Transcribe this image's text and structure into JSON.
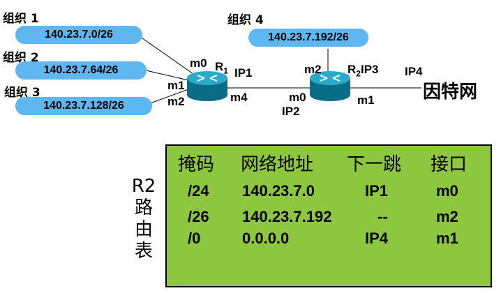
{
  "orgs": [
    {
      "label": "组织 1",
      "subnet": "140.23.7.0/26"
    },
    {
      "label": "组织 2",
      "subnet": "140.23.7.64/26"
    },
    {
      "label": "组织 3",
      "subnet": "140.23.7.128/26"
    },
    {
      "label": "组织 4",
      "subnet": "140.23.7.192/26"
    }
  ],
  "routers": {
    "r1": {
      "name": "R",
      "sub": "1",
      "ip": "IP1",
      "ports": {
        "m0": "m0",
        "m1": "m1",
        "m2": "m2",
        "m4": "m4"
      }
    },
    "r2": {
      "name": "R",
      "sub": "2",
      "ip": "IP3",
      "ports": {
        "m2": "m2",
        "m0": "m0",
        "m1": "m1"
      },
      "ip_left": "IP2"
    }
  },
  "internet": {
    "label": "因特网",
    "ip": "IP4"
  },
  "routing_table": {
    "title_chars": [
      "R2",
      "路",
      "由",
      "表"
    ],
    "headers": [
      "掩码",
      "网络地址",
      "下一跳",
      "接口"
    ],
    "rows": [
      {
        "mask": "/24",
        "network": "140.23.7.0",
        "next_hop": "IP1",
        "iface": "m0"
      },
      {
        "mask": "/26",
        "network": "140.23.7.192",
        "next_hop": "--",
        "iface": "m2"
      },
      {
        "mask": "/0",
        "network": "0.0.0.0",
        "next_hop": "IP4",
        "iface": "m1"
      }
    ]
  },
  "colors": {
    "subnet_cloud": "#5fb7f2",
    "router": "#0f7f9e",
    "table_bg": "#8dc63f"
  }
}
